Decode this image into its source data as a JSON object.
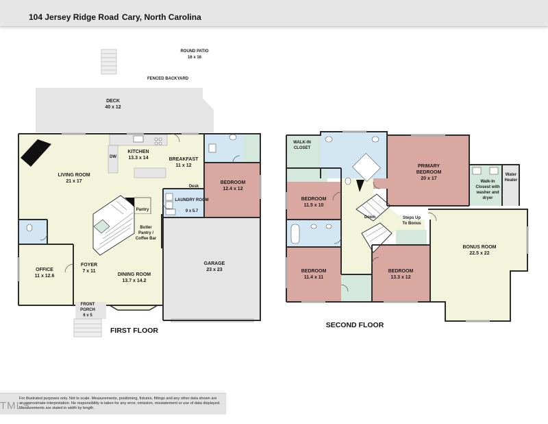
{
  "header": {
    "address": "104 Jersey Ridge Road",
    "city": "Cary, North Carolina"
  },
  "footer": {
    "disclaimer": "For illustrated purposes only. Not to scale. Measurements, positioning, fixtures, fittings and any other data shown are an approximate interpretation. No responsibility is taken for any error, omission, misstatement or use of data displayed. Measurements are stated in width by length.",
    "watermark": "TMLS"
  },
  "colors": {
    "green": "#f2f5dc",
    "pink": "#d9a9a1",
    "gray": "#e5e5e5",
    "blue": "#d3e6f3",
    "mint": "#d4e8dd"
  },
  "first_floor": {
    "title": "FIRST FLOOR",
    "outdoor": {
      "patio": {
        "name": "ROUND PATIO",
        "size": "16 x 16"
      },
      "backyard": "FENCED BACKYARD",
      "deck": {
        "name": "DECK",
        "size": "40 x 12"
      }
    },
    "rooms": {
      "kitchen": {
        "name": "KITCHEN",
        "size": "13.3 x 14"
      },
      "dw": "DW",
      "breakfast": {
        "name": "BREAKFAST",
        "size": "11 x 12"
      },
      "living": {
        "name": "LIVING ROOM",
        "size": "21 x 17"
      },
      "desk": "Desk",
      "bedroom": {
        "name": "BEDROOM",
        "size": "12.4 x 12"
      },
      "pantry": "Pantry",
      "laundry": {
        "name": "LAUNDRY ROOM",
        "size": "9 x 5.7"
      },
      "butler_line1": "Butler",
      "butler_line2": "Pantry /",
      "butler_line3": "Coffee Bar",
      "office": {
        "name": "OFFICE",
        "size": "11 x 12.6"
      },
      "foyer": {
        "name": "FOYER",
        "size": "7 x 11"
      },
      "dining": {
        "name": "DINING ROOM",
        "size": "13.7 x 14.2"
      },
      "garage": {
        "name": "GARAGE",
        "size": "23 x 23"
      },
      "porch_line1": "FRONT",
      "porch_line2": "PORCH",
      "porch_size": "6 x 5"
    }
  },
  "second_floor": {
    "title": "SECOND FLOOR",
    "rooms": {
      "walkin_line1": "WALK-IN",
      "walkin_line2": "CLOSET",
      "primary_line1": "PRIMARY",
      "primary_line2": "BEDROOM",
      "primary_size": "20 x 17",
      "closet_line1": "Walk-In",
      "closet_line2": "Closest with",
      "closet_line3": "washer and",
      "closet_line4": "dryer",
      "heater_line1": "Water",
      "heater_line2": "Heater",
      "bed1": {
        "name": "BEDROOM",
        "size": "11.5 x 10"
      },
      "down": "Down",
      "steps_line1": "Steps Up",
      "steps_line2": "To Bonus",
      "bonus": {
        "name": "BONUS ROOM",
        "size": "22.5 x 22"
      },
      "bed2": {
        "name": "BEDROOM",
        "size": "11.4 x 11"
      },
      "bed3": {
        "name": "BEDROOM",
        "size": "13.3 x 12"
      }
    }
  }
}
